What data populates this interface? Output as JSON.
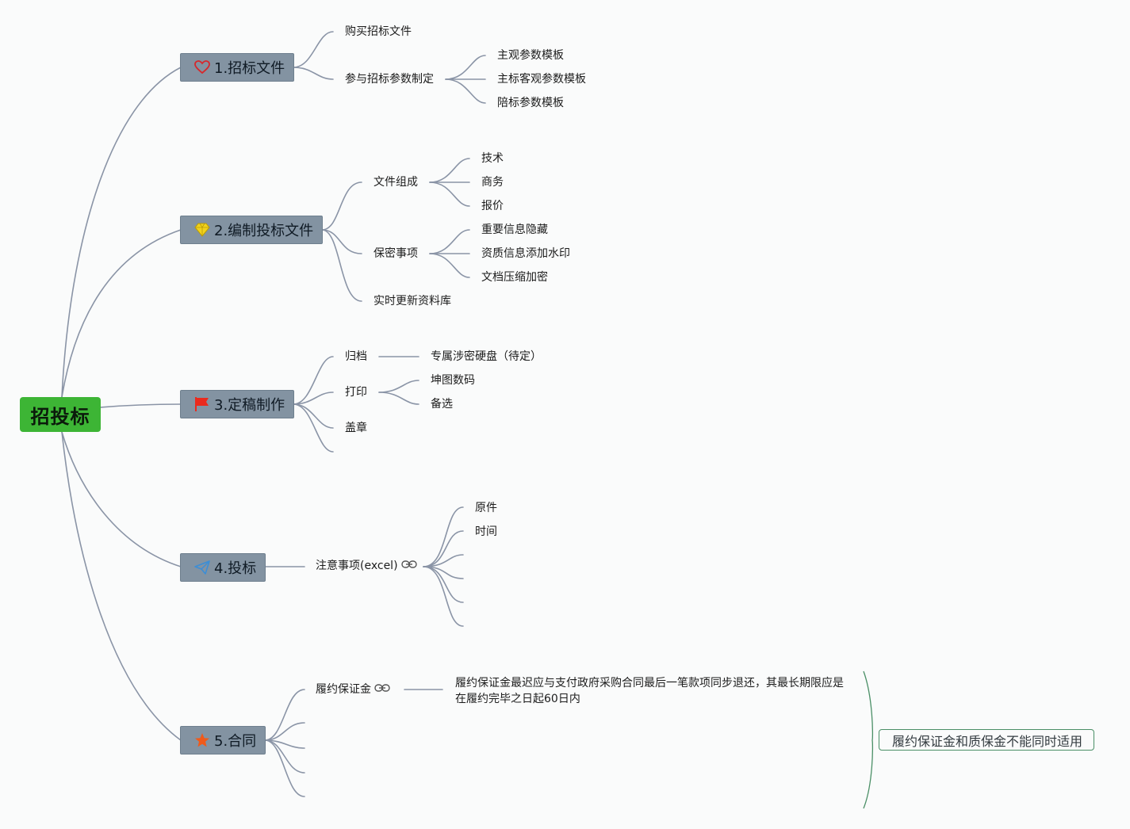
{
  "root": {
    "label": "招投标"
  },
  "branches": [
    {
      "label": "1.招标文件",
      "icon": "heart-icon",
      "children": [
        {
          "label": "购买招标文件"
        },
        {
          "label": "参与招标参数制定",
          "children": [
            "主观参数模板",
            "主标客观参数模板",
            "陪标参数模板"
          ]
        }
      ]
    },
    {
      "label": "2.编制投标文件",
      "icon": "diamond-icon",
      "children": [
        {
          "label": "文件组成",
          "children": [
            "技术",
            "商务",
            "报价"
          ]
        },
        {
          "label": "保密事项",
          "children": [
            "重要信息隐藏",
            "资质信息添加水印",
            "文档压缩加密"
          ]
        },
        {
          "label": "实时更新资料库"
        }
      ]
    },
    {
      "label": "3.定稿制作",
      "icon": "red-flag-icon",
      "children": [
        {
          "label": "归档",
          "children": [
            "专属涉密硬盘（待定）"
          ]
        },
        {
          "label": "打印",
          "children": [
            "坤图数码",
            "备选"
          ]
        },
        {
          "label": "盖章"
        }
      ]
    },
    {
      "label": "4.投标",
      "icon": "paper-plane-icon",
      "children": [
        {
          "label": "注意事项(excel)",
          "link": true,
          "children": [
            "原件",
            "时间"
          ]
        }
      ]
    },
    {
      "label": "5.合同",
      "icon": "star-icon",
      "children": [
        {
          "label": "履约保证金",
          "link": true
        }
      ]
    }
  ],
  "note": {
    "text": "履约保证金最迟应与支付政府采购合同最后一笔款项同步退还，其最长期限应是在履约完毕之日起60日内"
  },
  "summary": {
    "text": "履约保证金和质保金不能同时适用"
  },
  "colors": {
    "root_fill": "#3db535",
    "branch_fill": "#8393a2",
    "connector": "#8a94a6",
    "summary_border": "#4a8f66",
    "heart": "#d6282c",
    "diamond": "#f2d21b",
    "flag": "#ea2a1d",
    "plane": "#3c8ed6",
    "star": "#f05a1a"
  }
}
